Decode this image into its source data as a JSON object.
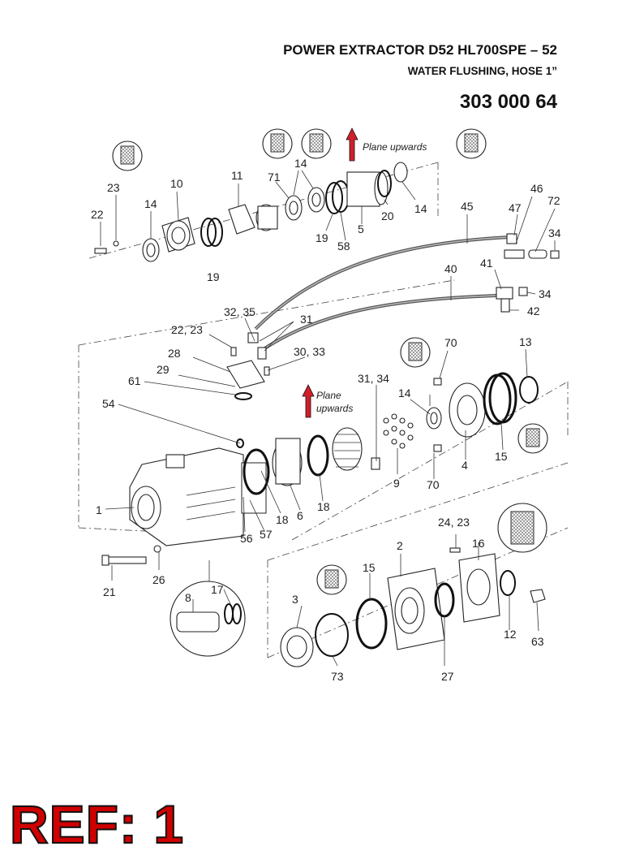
{
  "header": {
    "title": "POWER EXTRACTOR D52 HL700SPE – 52",
    "subtitle": "WATER FLUSHING, HOSE 1”",
    "part_number": "303 000 64"
  },
  "notes": {
    "plane_top": "Plane upwards",
    "plane_mid_1": "Plane",
    "plane_mid_2": "upwards"
  },
  "callouts": [
    "22",
    "23",
    "14",
    "10",
    "11",
    "71",
    "14",
    "19",
    "58",
    "5",
    "20",
    "14",
    "45",
    "46",
    "47",
    "72",
    "34",
    "19",
    "40",
    "41",
    "34",
    "42",
    "32, 35",
    "31",
    "22, 23",
    "28",
    "30, 33",
    "29",
    "61",
    "54",
    "31, 34",
    "70",
    "13",
    "14",
    "1",
    "56",
    "57",
    "18",
    "6",
    "18",
    "9",
    "70",
    "4",
    "15",
    "21",
    "26",
    "24, 23",
    "16",
    "2",
    "15",
    "3",
    "17",
    "8",
    "12",
    "63",
    "73",
    "27"
  ],
  "reference": "REF: 1",
  "colors": {
    "arrow": "#d0202a",
    "ref_text": "#d00000"
  }
}
